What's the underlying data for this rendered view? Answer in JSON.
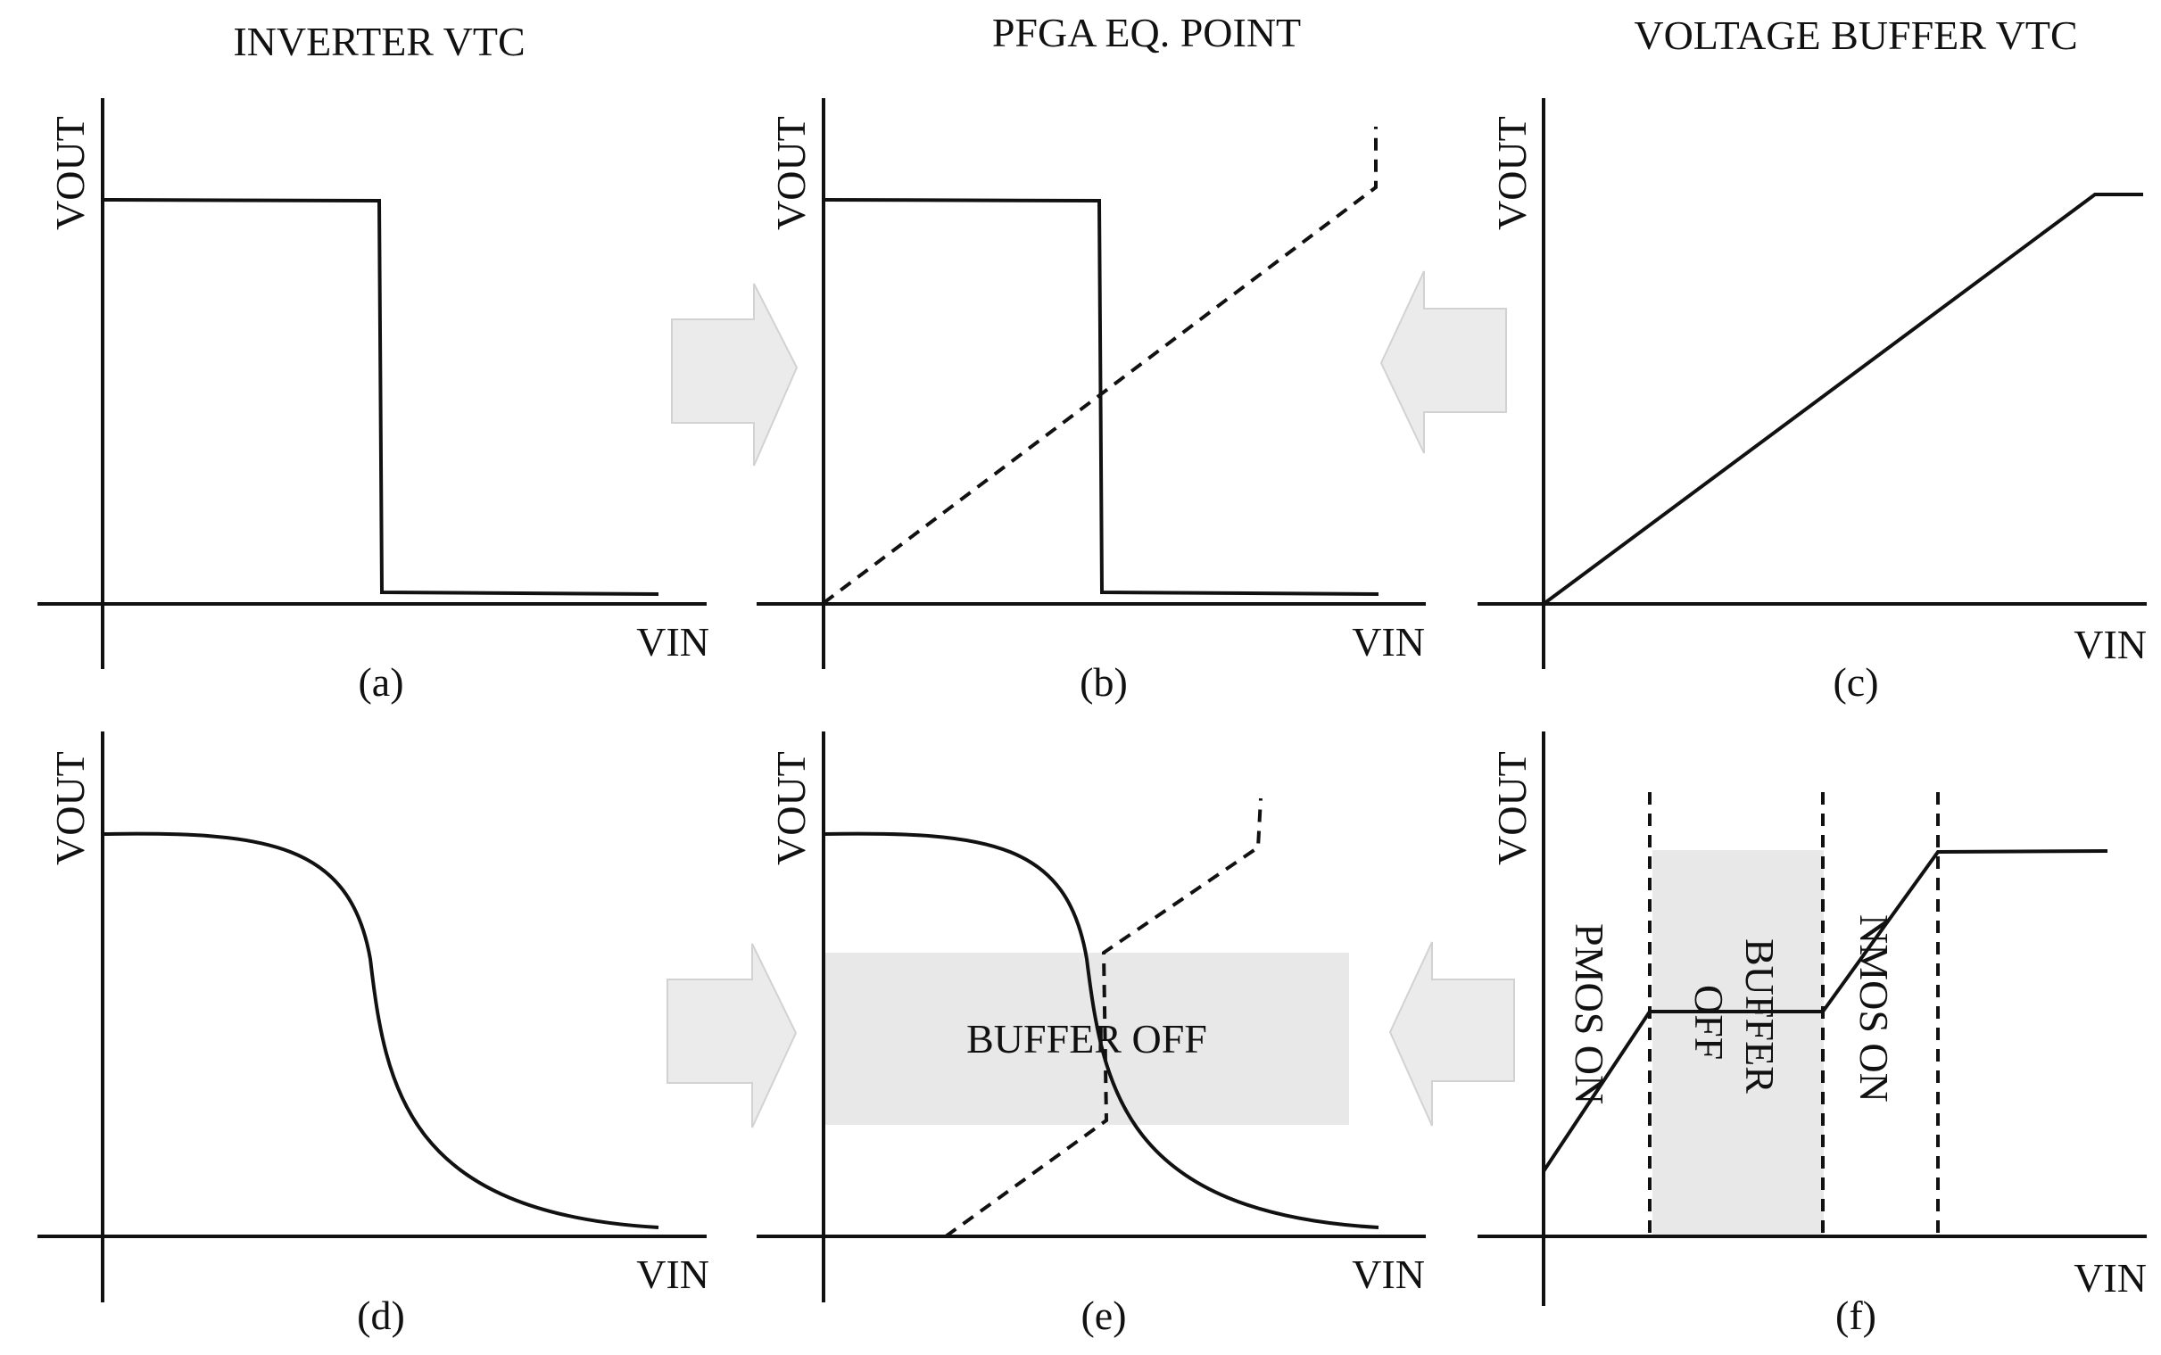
{
  "titles": {
    "a": "INVERTER VTC",
    "b": "PFGA EQ. POINT",
    "c": "VOLTAGE BUFFER VTC"
  },
  "axes": {
    "x_label": "VIN",
    "y_label": "VOUT"
  },
  "captions": [
    "(a)",
    "(b)",
    "(c)",
    "(d)",
    "(e)",
    "(f)"
  ],
  "panel_e": {
    "region_label": "BUFFER OFF"
  },
  "panel_f": {
    "region_left": "PMOS ON",
    "region_mid_line1": "BUFFER",
    "region_mid_line2": "OFF",
    "region_right": "NMOS ON"
  },
  "colors": {
    "line": "#111111",
    "shade": "#e8e8e8",
    "arrow_fill": "#ebebeb",
    "arrow_stroke": "#d2d2d2"
  }
}
